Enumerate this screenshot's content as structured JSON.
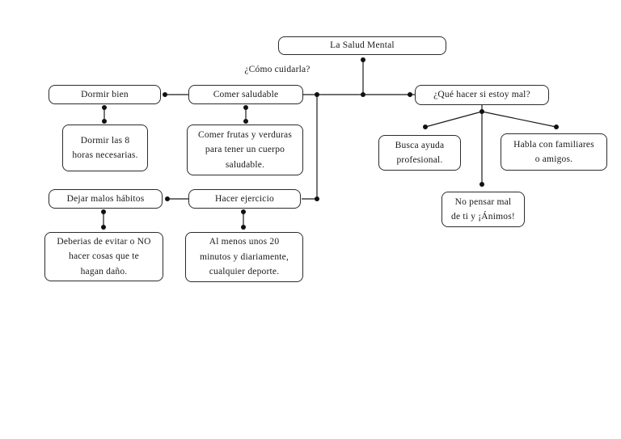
{
  "diagram": {
    "title": "La Salud Mental",
    "question_label": "¿Cómo cuidarla?",
    "colors": {
      "box_border": "#2b2b2b",
      "box_fill": "#ffffff",
      "line": "#1a1a1a",
      "text": "#1a1a1a",
      "background": "#ffffff"
    },
    "nodes": {
      "root": {
        "label": "La Salud Mental"
      },
      "dormir_bien": {
        "label": "Dormir bien"
      },
      "dormir_detail": {
        "label": "Dormir las 8\nhoras necesarias."
      },
      "comer_saludable": {
        "label": "Comer saludable"
      },
      "comer_detail": {
        "label": "Comer frutas y verduras\npara tener un cuerpo\nsaludable."
      },
      "que_hacer": {
        "label": "¿Qué hacer si estoy mal?"
      },
      "busca_ayuda": {
        "label": "Busca ayuda\nprofesional."
      },
      "habla_familiares": {
        "label": "Habla con familiares\no amigos."
      },
      "no_pensar": {
        "label": "No pensar mal\nde ti y ¡Ánimos!"
      },
      "dejar_habitos": {
        "label": "Dejar malos hábitos"
      },
      "dejar_detail": {
        "label": "Deberias de evitar o NO\nhacer cosas que te\nhagan daño."
      },
      "hacer_ejercicio": {
        "label": "Hacer ejercicio"
      },
      "ejercicio_detail": {
        "label": "Al menos unos 20\nminutos y diariamente,\ncualquier deporte."
      }
    }
  }
}
